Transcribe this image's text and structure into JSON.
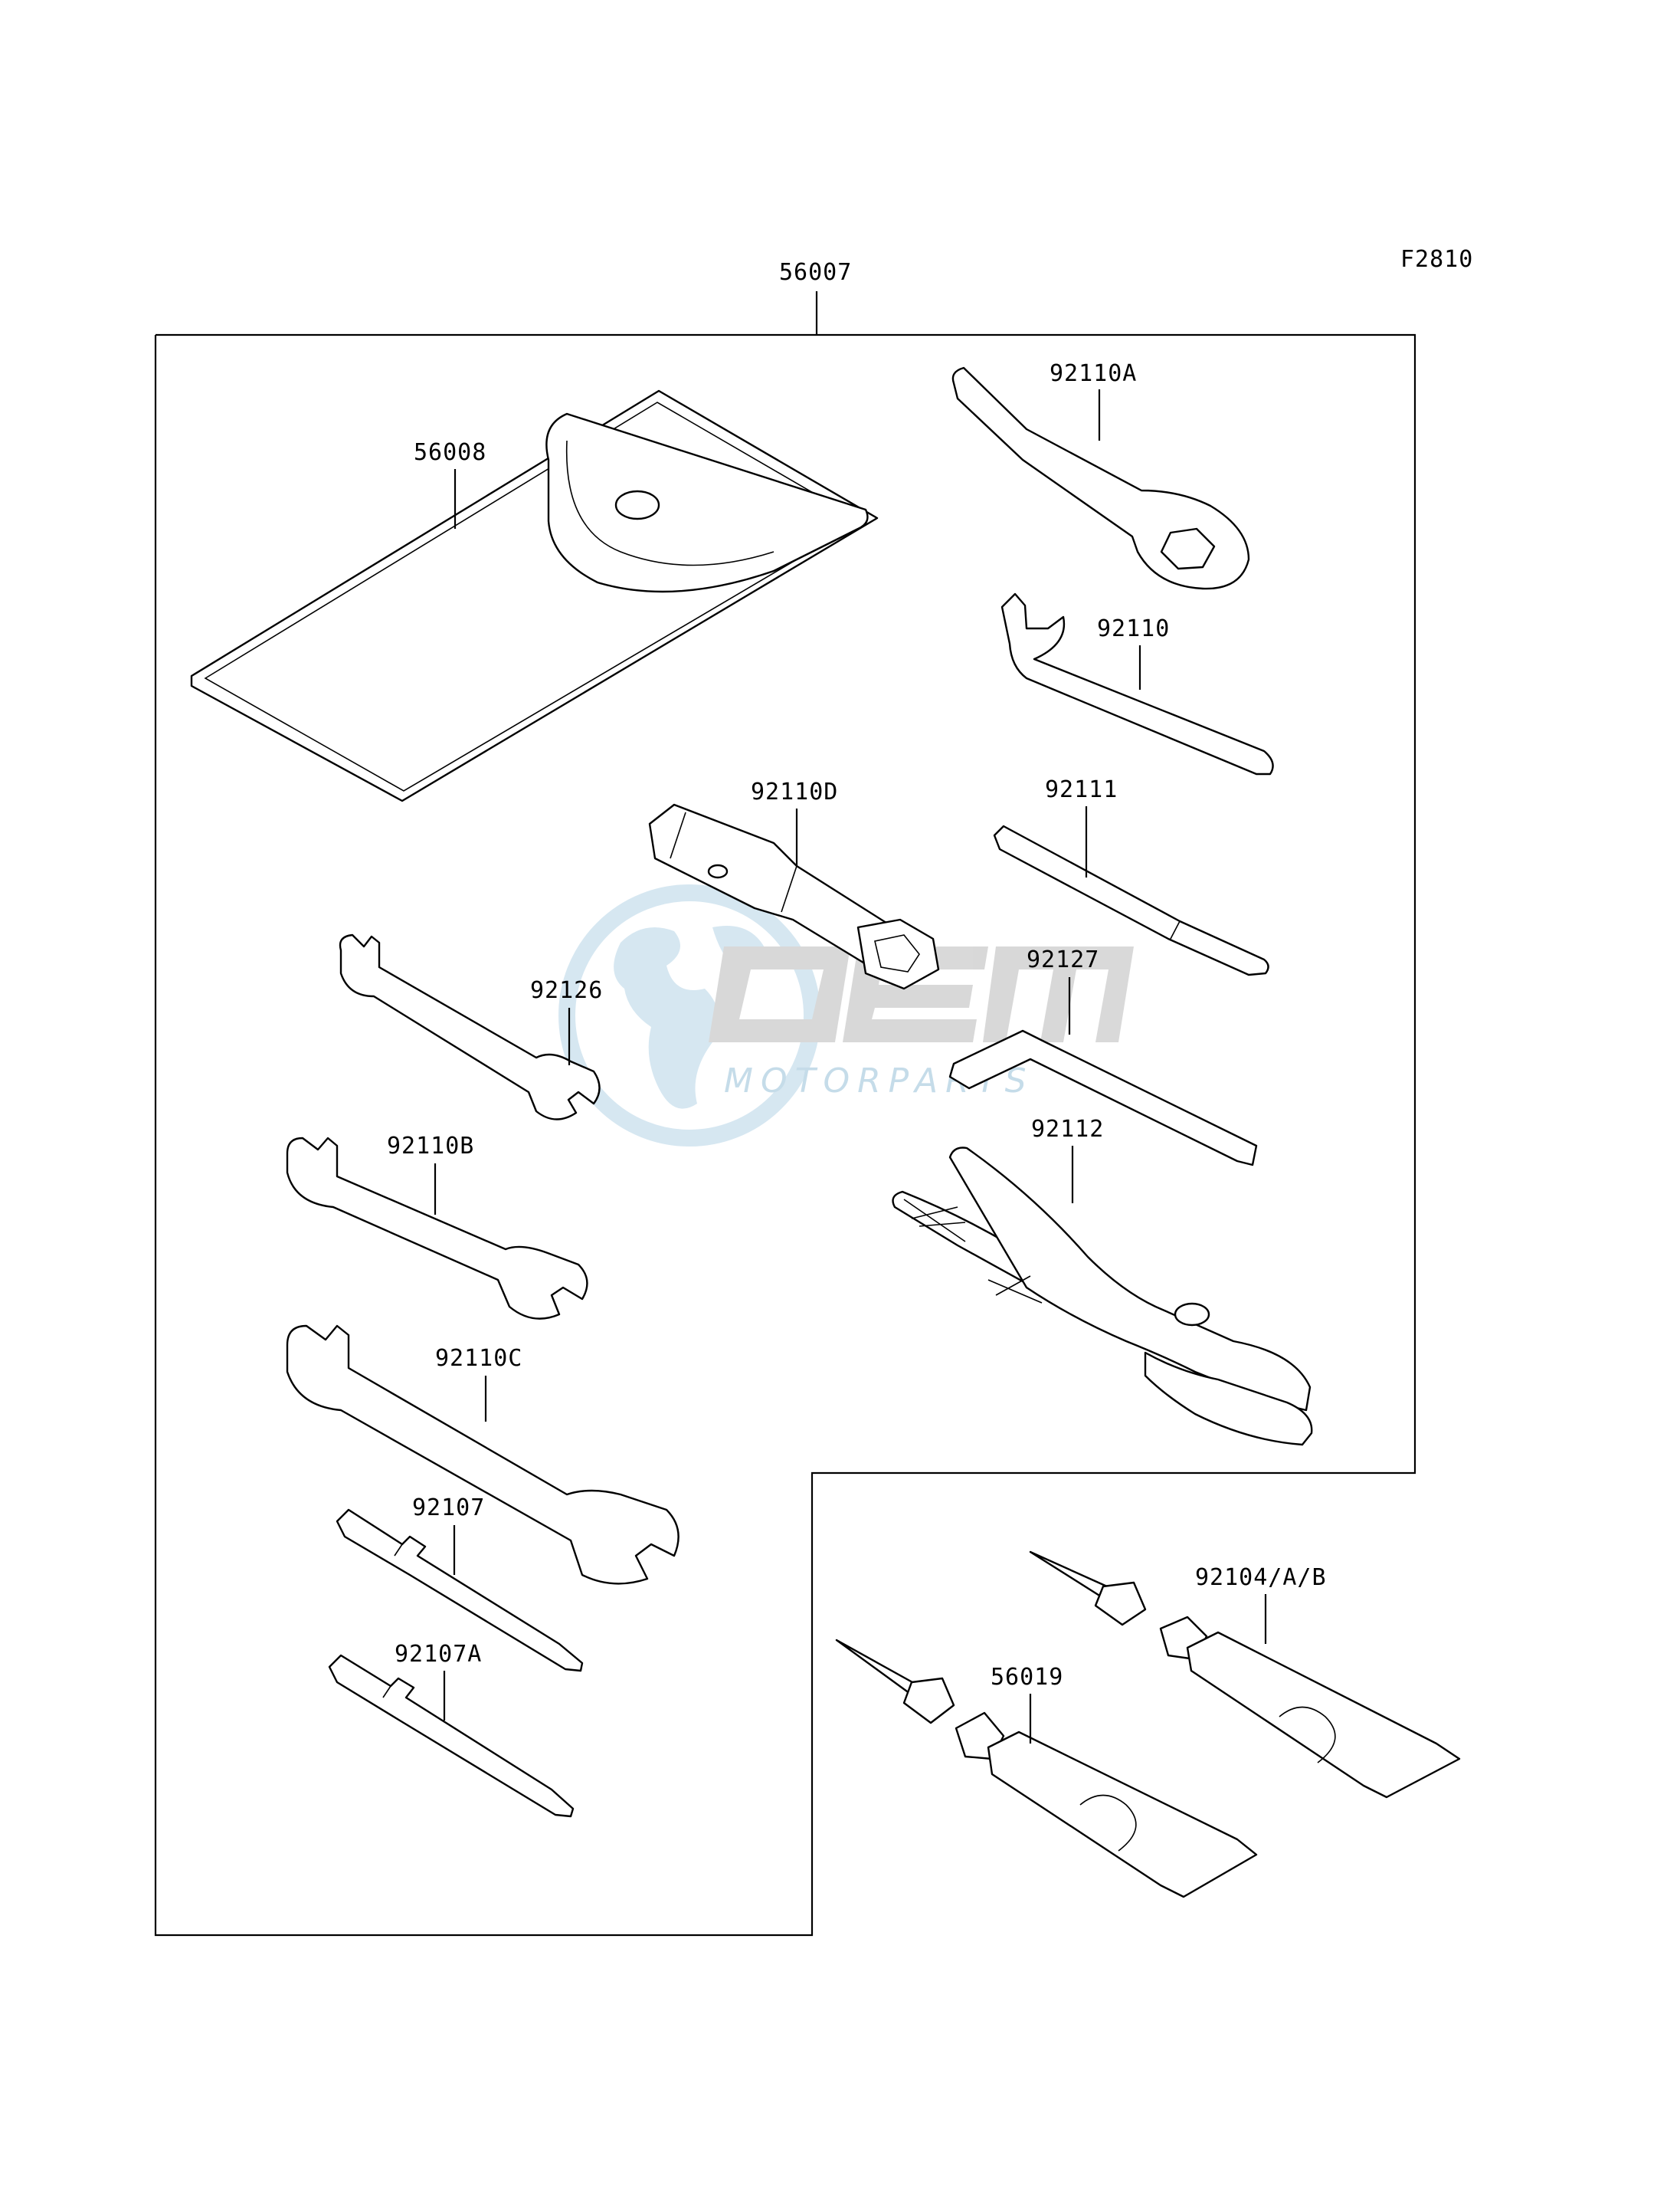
{
  "figure_code": "F2810",
  "assembly": {
    "part_number": "56007"
  },
  "callouts": [
    {
      "id": "56008",
      "label": "56008",
      "item": "tool-bag"
    },
    {
      "id": "92110A",
      "label": "92110A",
      "item": "ring-wrench"
    },
    {
      "id": "92110",
      "label": "92110",
      "item": "hook-wrench"
    },
    {
      "id": "92110D",
      "label": "92110D",
      "item": "spark-plug-socket-wrench"
    },
    {
      "id": "92111",
      "label": "92111",
      "item": "tommy-bar"
    },
    {
      "id": "92126",
      "label": "92126",
      "item": "open-end-wrench-small"
    },
    {
      "id": "92127",
      "label": "92127",
      "item": "hex-key"
    },
    {
      "id": "92110B",
      "label": "92110B",
      "item": "open-end-wrench-medium"
    },
    {
      "id": "92112",
      "label": "92112",
      "item": "pliers"
    },
    {
      "id": "92110C",
      "label": "92110C",
      "item": "open-end-wrench-large"
    },
    {
      "id": "92107",
      "label": "92107",
      "item": "screwdriver-bit"
    },
    {
      "id": "92107A",
      "label": "92107A",
      "item": "screwdriver-bit-a"
    },
    {
      "id": "92104AB",
      "label": "92104/A/B",
      "item": "grease-tube-small"
    },
    {
      "id": "56019",
      "label": "56019",
      "item": "grease-tube"
    }
  ],
  "watermark": {
    "logo_text": "OEM",
    "subtitle": "MOTORPARTS"
  },
  "colors": {
    "line": "#000000",
    "background": "#ffffff",
    "watermark_blue": "#bcd6e6",
    "watermark_gray": "#d2d2d2"
  }
}
